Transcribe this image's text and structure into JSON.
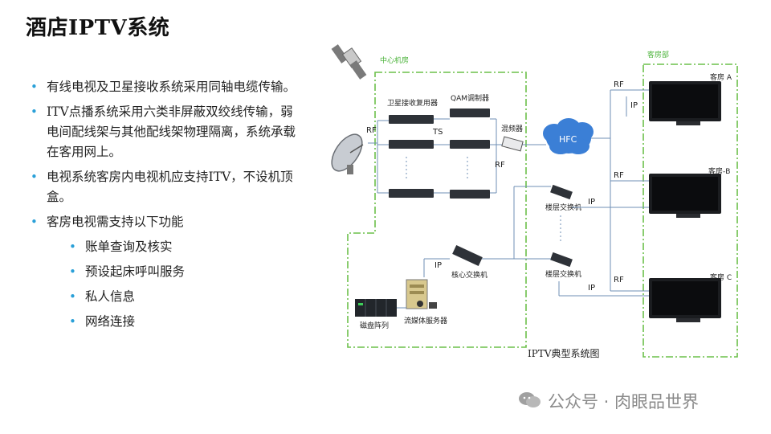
{
  "title": "酒店IPTV系统",
  "bullets": [
    "有线电视及卫星接收系统采用同轴电缆传输。",
    "ITV点播系统采用六类非屏蔽双绞线传输，弱电间配线架与其他配线架物理隔离，系统承载在客用网上。",
    "电视系统客房内电视机应支持ITV，不设机顶盒。",
    "客房电视需支持以下功能"
  ],
  "sub_bullets": [
    "账单查询及核实",
    "预设起床呼叫服务",
    "私人信息",
    "网络连接"
  ],
  "diagram": {
    "caption": "IPTV典型系统图",
    "center_room_label": "中心机房",
    "guest_room_label": "客房部",
    "satellite_receiver_label": "卫星接收复用器",
    "qam_modulator_label": "QAM调制器",
    "mixer_label": "混频器",
    "hfc_label": "HFC",
    "floor_switch_label": "楼层交换机",
    "core_switch_label": "核心交换机",
    "media_server_label": "流媒体服务器",
    "disk_array_label": "磁盘阵列",
    "room_a_label": "客房 A",
    "room_b_label": "客房-B",
    "room_c_label": "客房 C",
    "rf_label": "RF",
    "ts_label": "TS",
    "ip_label": "IP",
    "colors": {
      "zone_border": "#6cc04a",
      "line": "#6f8fb5",
      "hfc_fill": "#3b7fd6",
      "bullet": "#2aa0d8"
    }
  },
  "watermark": "公众号 · 肉眼品世界"
}
